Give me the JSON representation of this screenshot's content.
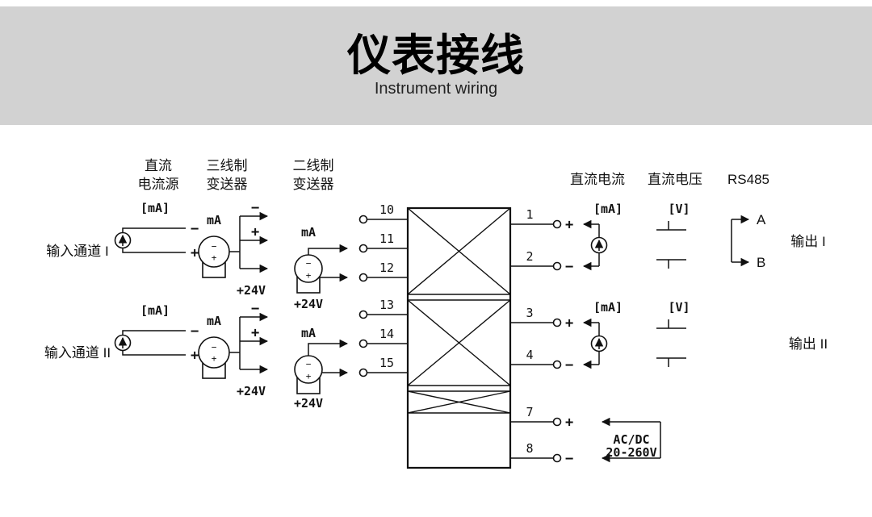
{
  "header": {
    "title": "仪表接线",
    "subtitle": "Instrument wiring"
  },
  "inputs": {
    "col_dc_source": [
      "直流",
      "电流源"
    ],
    "col_three_wire": [
      "三线制",
      "变送器"
    ],
    "col_two_wire": [
      "二线制",
      "变送器"
    ],
    "channel1": "输入通道 I",
    "channel2": "输入通道 II"
  },
  "outputs": {
    "dc_current": "直流电流",
    "dc_voltage": "直流电压",
    "rs485": "RS485",
    "output1": "输出 I",
    "output2": "输出 II",
    "a": "A",
    "b": "B"
  },
  "power": {
    "acdc": "AC/DC",
    "range": "20-260V"
  },
  "labels": {
    "ma_bracket": "[mA]",
    "v_bracket": "[V]",
    "ma": "mA",
    "v24": "+24V",
    "plus": "+",
    "minus": "−"
  },
  "terminals": {
    "left": [
      "10",
      "11",
      "12",
      "13",
      "14",
      "15"
    ],
    "right": [
      "1",
      "2",
      "3",
      "4",
      "7",
      "8"
    ]
  }
}
